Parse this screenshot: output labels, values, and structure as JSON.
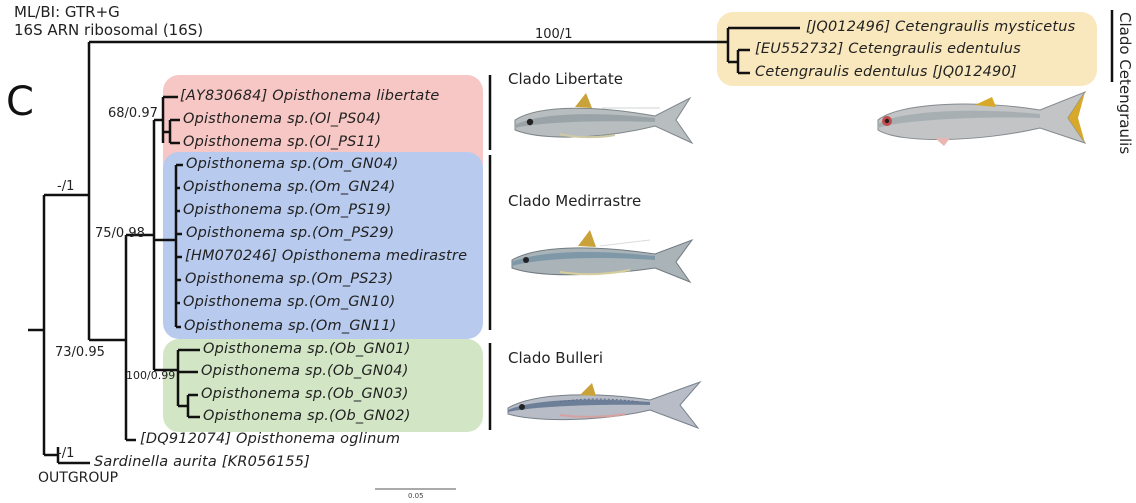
{
  "header": {
    "model": "ML/BI: GTR+G",
    "marker": "16S ARN ribosomal (16S)"
  },
  "panel_letter": "C",
  "colors": {
    "libertate_box": "#f6c7c4",
    "medirrastre_box": "#b8cbee",
    "bulleri_box": "#d2e6c6",
    "cetengraulis_box": "#f9e8bd",
    "branch": "#111111"
  },
  "support": {
    "cetengraulis": "100/1",
    "libertate": "68/0.97",
    "root_upper": "-/1",
    "medirrastre": "75/0.98",
    "ingroup": "73/0.95",
    "bulleri": "100/0.99",
    "outgroup": "-/1"
  },
  "taxa": {
    "cetengraulis": [
      "[JQ012496] Cetengraulis mysticetus",
      "[EU552732] Cetengraulis edentulus",
      "Cetengraulis edentulus [JQ012490]"
    ],
    "libertate": [
      "[AY830684] Opisthonema libertate",
      "Opisthonema sp.(Ol_PS04)",
      "Opisthonema sp.(Ol_PS11)"
    ],
    "medirrastre": [
      "Opisthonema sp.(Om_GN04)",
      "Opisthonema sp.(Om_GN24)",
      "Opisthonema sp.(Om_PS19)",
      "Opisthonema sp.(Om_PS29)",
      "[HM070246] Opisthonema medirastre",
      "Opisthonema sp.(Om_PS23)",
      "Opisthonema sp.(Om_GN10)",
      "Opisthonema sp.(Om_GN11)"
    ],
    "bulleri": [
      "Opisthonema sp.(Ob_GN01)",
      "Opisthonema sp.(Ob_GN04)",
      "Opisthonema sp.(Ob_GN03)",
      "Opisthonema sp.(Ob_GN02)"
    ],
    "oglinum": "[DQ912074] Opisthonema oglinum",
    "sardinella": "Sardinella aurita [KR056155]"
  },
  "clades": {
    "libertate": "Clado Libertate",
    "medirrastre": "Clado Medirrastre",
    "bulleri": "Clado Bulleri",
    "cetengraulis": "Clado Cetengraulis"
  },
  "outgroup_label": "OUTGROUP",
  "scale_bar": "0.05"
}
